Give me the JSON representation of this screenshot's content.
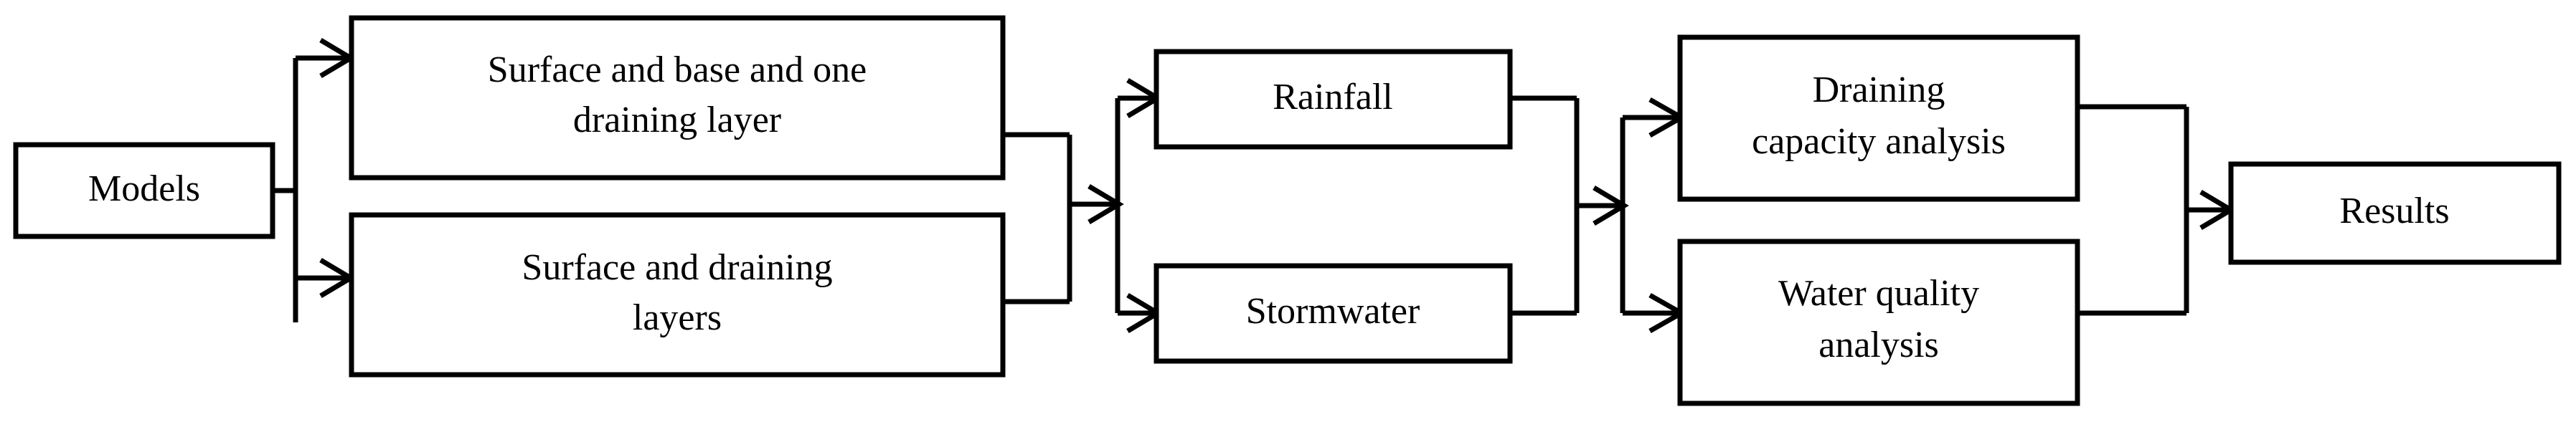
{
  "diagram": {
    "title": "Models to Results flowchart",
    "stroke_color": "#000000",
    "background_color": "#ffffff",
    "nodes": [
      {
        "id": "models",
        "label_lines": [
          "Models"
        ]
      },
      {
        "id": "surface_base_one_draining",
        "label_lines": [
          "Surface and base and one",
          "draining layer"
        ]
      },
      {
        "id": "surface_draining_layers",
        "label_lines": [
          "Surface and draining",
          "layers"
        ]
      },
      {
        "id": "rainfall",
        "label_lines": [
          "Rainfall"
        ]
      },
      {
        "id": "stormwater",
        "label_lines": [
          "Stormwater"
        ]
      },
      {
        "id": "draining_capacity_analysis",
        "label_lines": [
          "Draining",
          "capacity analysis"
        ]
      },
      {
        "id": "water_quality_analysis",
        "label_lines": [
          "Water quality",
          "analysis"
        ]
      },
      {
        "id": "results",
        "label_lines": [
          "Results"
        ]
      }
    ],
    "edges": [
      {
        "from": "models",
        "to": "surface_base_one_draining"
      },
      {
        "from": "models",
        "to": "surface_draining_layers"
      },
      {
        "from": "surface_base_one_draining",
        "to": "rainfall"
      },
      {
        "from": "surface_base_one_draining",
        "to": "stormwater"
      },
      {
        "from": "surface_draining_layers",
        "to": "rainfall"
      },
      {
        "from": "surface_draining_layers",
        "to": "stormwater"
      },
      {
        "from": "rainfall",
        "to": "draining_capacity_analysis"
      },
      {
        "from": "rainfall",
        "to": "water_quality_analysis"
      },
      {
        "from": "stormwater",
        "to": "draining_capacity_analysis"
      },
      {
        "from": "stormwater",
        "to": "water_quality_analysis"
      },
      {
        "from": "draining_capacity_analysis",
        "to": "results"
      },
      {
        "from": "water_quality_analysis",
        "to": "results"
      }
    ]
  }
}
